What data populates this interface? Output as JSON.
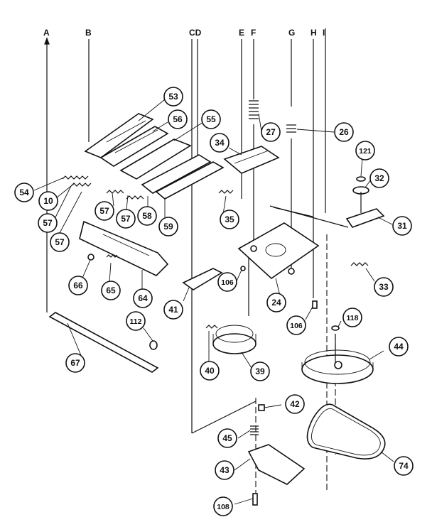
{
  "axis_letters": [
    "A",
    "B",
    "CD",
    "E",
    "F",
    "G",
    "H",
    "I"
  ],
  "callouts": {
    "c53": "53",
    "c56": "56",
    "c55": "55",
    "c54": "54",
    "c10": "10",
    "c57a": "57",
    "c57b": "57",
    "c57c": "57",
    "c57d": "57",
    "c58": "58",
    "c59": "59",
    "c34": "34",
    "c27": "27",
    "c26": "26",
    "c121": "121",
    "c32": "32",
    "c31": "31",
    "c35": "35",
    "c33": "33",
    "c66": "66",
    "c65": "65",
    "c64": "64",
    "c41": "41",
    "c106a": "106",
    "c24": "24",
    "c106b": "106",
    "c112": "112",
    "c118": "118",
    "c44": "44",
    "c67": "67",
    "c40": "40",
    "c39": "39",
    "c42": "42",
    "c45": "45",
    "c43": "43",
    "c74": "74",
    "c108": "108"
  }
}
